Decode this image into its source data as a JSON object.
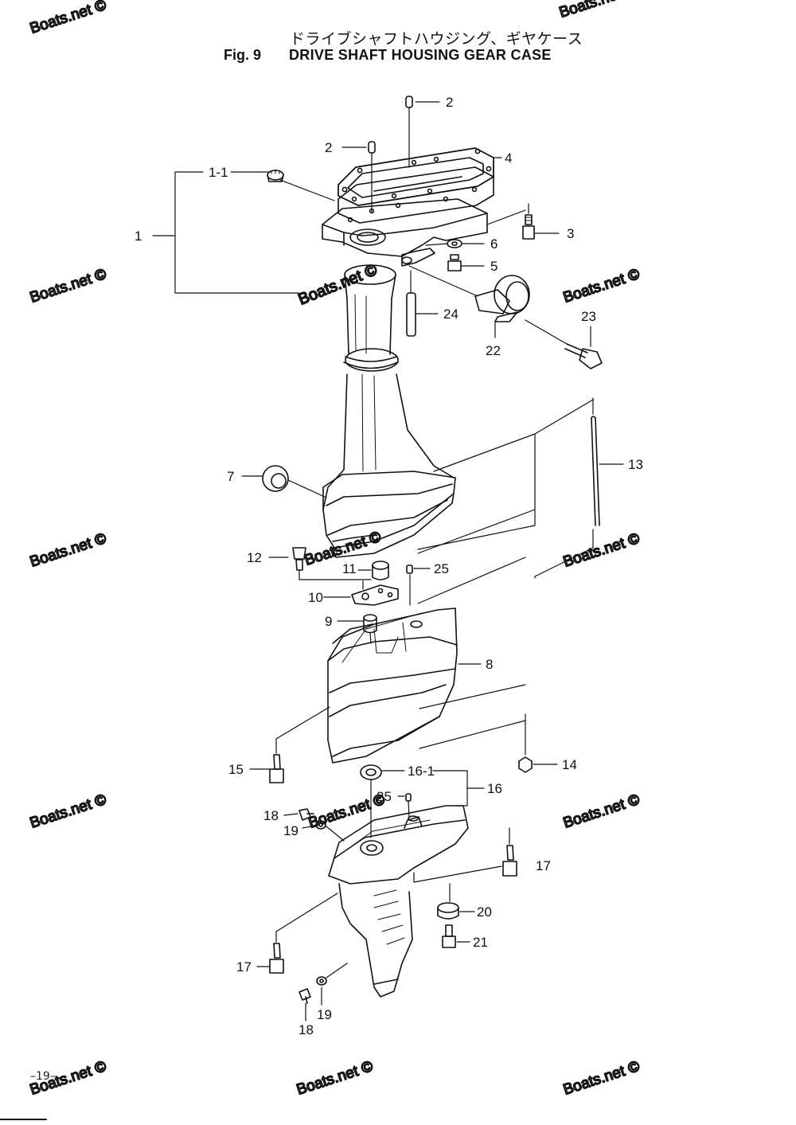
{
  "header": {
    "title_jp": "ドライブシャフトハウジング、ギヤケース",
    "fig_number": "Fig. 9",
    "title_en": "DRIVE SHAFT HOUSING GEAR CASE"
  },
  "footer": {
    "page_number": "–19–"
  },
  "watermark": {
    "text": "Boats.net ©"
  },
  "callouts": {
    "c1": "1",
    "c1_1": "1-1",
    "c2a": "2",
    "c2b": "2",
    "c3": "3",
    "c4": "4",
    "c5": "5",
    "c6": "6",
    "c7": "7",
    "c8": "8",
    "c9": "9",
    "c10": "10",
    "c11": "11",
    "c12": "12",
    "c13": "13",
    "c14": "14",
    "c15": "15",
    "c16": "16",
    "c16_1": "16-1",
    "c17a": "17",
    "c17b": "17",
    "c18a": "18",
    "c18b": "18",
    "c19a": "19",
    "c19b": "19",
    "c20": "20",
    "c21": "21",
    "c22": "22",
    "c23": "23",
    "c24": "24",
    "c25a": "25",
    "c25b": "25"
  }
}
